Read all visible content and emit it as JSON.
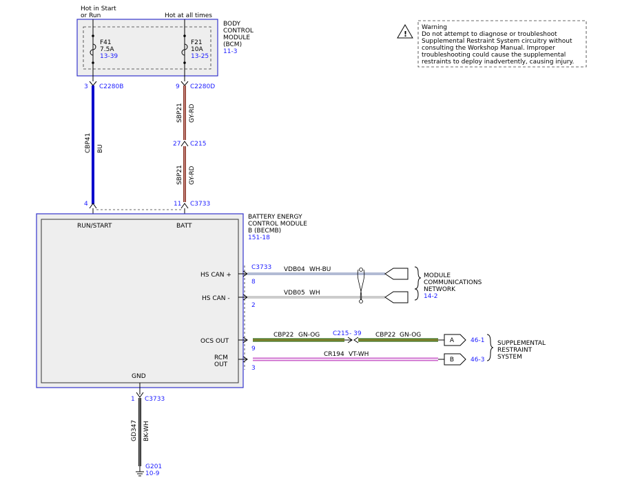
{
  "top_left_label": [
    "Hot in Start",
    "or Run"
  ],
  "top_right_label": "Hot at all times",
  "bcm": {
    "name": [
      "BODY",
      "CONTROL",
      "MODULE",
      "(BCM)"
    ],
    "ref": "11-3",
    "fuse1": {
      "id": "F41",
      "rating": "7.5A",
      "ref": "13-39"
    },
    "fuse2": {
      "id": "F21",
      "rating": "10A",
      "ref": "13-25"
    }
  },
  "warning": {
    "title": "Warning",
    "lines": [
      "Do not attempt to diagnose or troubleshoot",
      "Supplemental Restraint System circuitry without",
      "consulting the Workshop Manual. Improper",
      "troubleshooting could cause the supplemental",
      "restraints to deploy inadvertently, causing injury."
    ]
  },
  "connectors": {
    "c2280b": {
      "pin": "3",
      "name": "C2280B"
    },
    "c2280d": {
      "pin": "9",
      "name": "C2280D"
    },
    "c215": {
      "pin": "27",
      "name": "C215"
    },
    "c3733_a": {
      "pin": "4"
    },
    "c3733_b": {
      "pin": "11",
      "name": "C3733"
    },
    "c3733_gnd": {
      "pin": "1",
      "name": "C3733"
    }
  },
  "wires": {
    "cbp41": {
      "circuit": "CBP41",
      "color": "BU"
    },
    "sbp21_upper": {
      "circuit": "SBP21",
      "color": "GY-RD"
    },
    "sbp21_lower": {
      "circuit": "SBP21",
      "color": "GY-RD"
    },
    "gd347": {
      "circuit": "GD347",
      "color": "BK-WH"
    }
  },
  "becmb": {
    "name": [
      "BATTERY ENERGY",
      "CONTROL MODULE",
      "B (BECMB)"
    ],
    "ref": "151-18",
    "pins": {
      "run_start": "RUN/START",
      "batt": "BATT",
      "hs_can_plus": "HS CAN +",
      "hs_can_minus": "HS CAN -",
      "ocs_out": "OCS OUT",
      "rcm_out": [
        "RCM",
        "OUT"
      ],
      "gnd": "GND"
    }
  },
  "right_side": {
    "connector": "C3733",
    "can_plus": {
      "pin": "8",
      "circuit": "VDB04",
      "color": "WH-BU"
    },
    "can_minus": {
      "pin": "2",
      "circuit": "VDB05",
      "color": "WH"
    },
    "network": {
      "name": [
        "MODULE",
        "COMMUNICATIONS",
        "NETWORK"
      ],
      "ref": "14-2"
    },
    "ocs": {
      "pin": "9",
      "circuit": "CBP22",
      "color": "GN-OG",
      "inline": "C215",
      "inline_pin": "- 39",
      "circuit2": "CBP22",
      "color2": "GN-OG",
      "tag": "A",
      "ref": "46-1"
    },
    "rcm": {
      "pin": "3",
      "circuit": "CR194",
      "color": "VT-WH",
      "tag": "B",
      "ref": "46-3"
    },
    "srs": {
      "name": [
        "SUPPLEMENTAL",
        "RESTRAINT",
        "SYSTEM"
      ]
    }
  },
  "ground": {
    "name": "G201",
    "ref": "10-9"
  },
  "colors": {
    "blue_wire": "#0000cc",
    "sbp_wire": "#8b3a2a",
    "green_wire": "#3a6e1a",
    "pink_wire": "#e8a0e8",
    "module_border": "#3333cc",
    "module_fill": "#eeeeee",
    "ref_text": "#1a1aff"
  }
}
